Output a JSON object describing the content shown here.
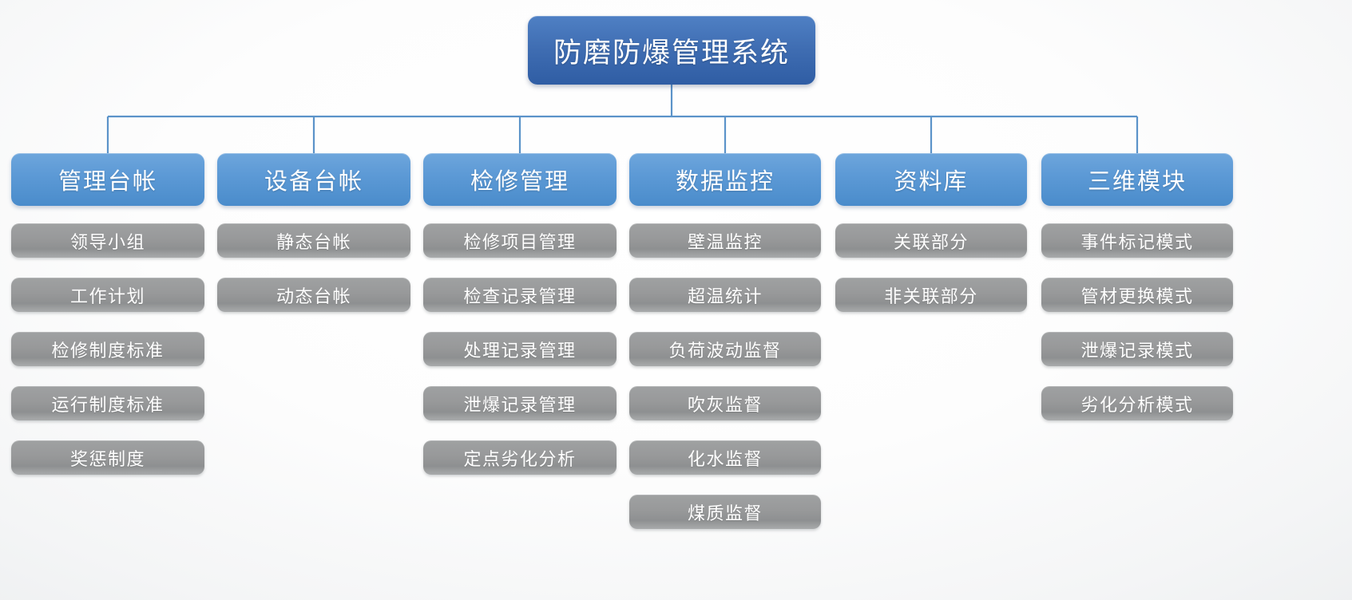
{
  "diagram": {
    "type": "org-chart",
    "root": {
      "label": "防磨防爆管理系统",
      "color": "#3f6db2"
    },
    "branch_color": "#5d9ad6",
    "leaf_color": "#98999a",
    "connector_color": "#5b93c9",
    "branches": [
      {
        "label": "管理台帐",
        "children": [
          {
            "label": "领导小组"
          },
          {
            "label": "工作计划"
          },
          {
            "label": "检修制度标准"
          },
          {
            "label": "运行制度标准"
          },
          {
            "label": "奖惩制度"
          }
        ]
      },
      {
        "label": "设备台帐",
        "children": [
          {
            "label": "静态台帐"
          },
          {
            "label": "动态台帐"
          }
        ]
      },
      {
        "label": "检修管理",
        "children": [
          {
            "label": "检修项目管理"
          },
          {
            "label": "检查记录管理"
          },
          {
            "label": "处理记录管理"
          },
          {
            "label": "泄爆记录管理"
          },
          {
            "label": "定点劣化分析"
          }
        ]
      },
      {
        "label": "数据监控",
        "children": [
          {
            "label": "壁温监控"
          },
          {
            "label": "超温统计"
          },
          {
            "label": "负荷波动监督"
          },
          {
            "label": "吹灰监督"
          },
          {
            "label": "化水监督"
          },
          {
            "label": "煤质监督"
          }
        ]
      },
      {
        "label": "资料库",
        "children": [
          {
            "label": "关联部分"
          },
          {
            "label": "非关联部分"
          }
        ]
      },
      {
        "label": "三维模块",
        "children": [
          {
            "label": "事件标记模式"
          },
          {
            "label": "管材更换模式"
          },
          {
            "label": "泄爆记录模式"
          },
          {
            "label": "劣化分析模式"
          }
        ]
      }
    ]
  }
}
